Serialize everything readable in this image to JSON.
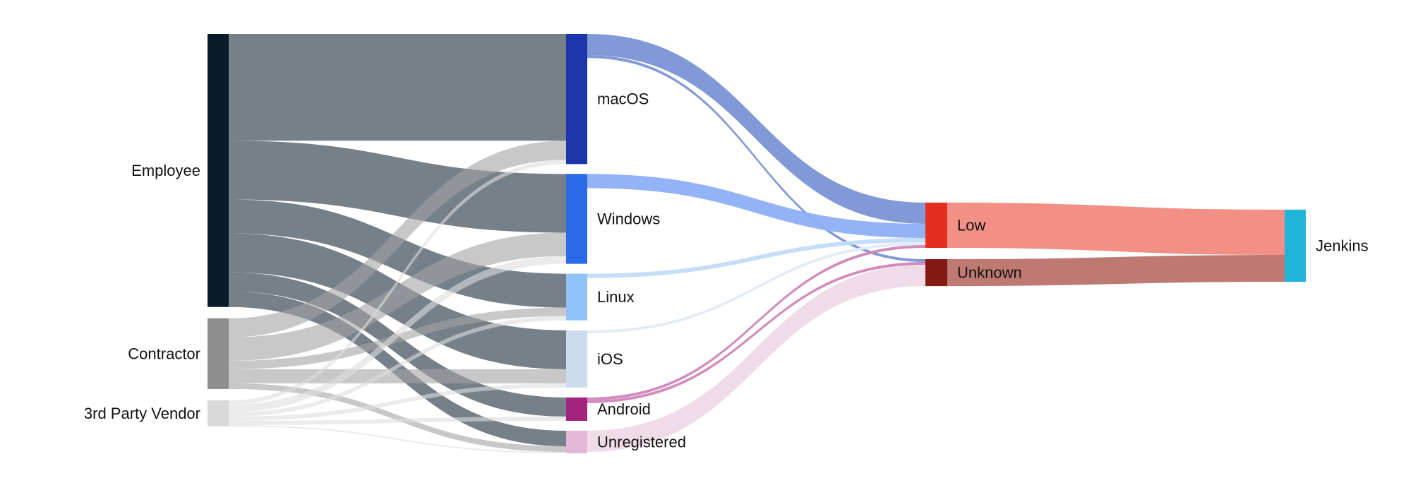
{
  "chart_data": {
    "type": "sankey",
    "title": "",
    "nodes": [
      {
        "id": "employee",
        "label": "Employee",
        "color": "#0a1a28",
        "column": 0
      },
      {
        "id": "contractor",
        "label": "Contractor",
        "color": "#8e8e8e",
        "column": 0
      },
      {
        "id": "vendor",
        "label": "3rd Party Vendor",
        "color": "#d9d9d9",
        "column": 0
      },
      {
        "id": "macos",
        "label": "macOS",
        "color": "#1a36a8",
        "column": 1
      },
      {
        "id": "windows",
        "label": "Windows",
        "color": "#2a6ae6",
        "column": 1
      },
      {
        "id": "linux",
        "label": "Linux",
        "color": "#90c4f8",
        "column": 1
      },
      {
        "id": "ios",
        "label": "iOS",
        "color": "#ccdcee",
        "column": 1
      },
      {
        "id": "android",
        "label": "Android",
        "color": "#a3237e",
        "column": 1
      },
      {
        "id": "unregistered",
        "label": "Unregistered",
        "color": "#e2b8d6",
        "column": 1
      },
      {
        "id": "low",
        "label": "Low",
        "color": "#e3301e",
        "column": 2
      },
      {
        "id": "unknown",
        "label": "Unknown",
        "color": "#831b14",
        "column": 2
      },
      {
        "id": "jenkins",
        "label": "Jenkins",
        "color": "#20b4d9",
        "column": 3
      }
    ],
    "links": [
      {
        "source": "employee",
        "target": "macos",
        "value": 151,
        "color": "#5d6a74",
        "opacity": 0.85
      },
      {
        "source": "employee",
        "target": "windows",
        "value": 83,
        "color": "#5d6a74",
        "opacity": 0.85
      },
      {
        "source": "employee",
        "target": "linux",
        "value": 48,
        "color": "#5d6a74",
        "opacity": 0.85
      },
      {
        "source": "employee",
        "target": "ios",
        "value": 55,
        "color": "#5d6a74",
        "opacity": 0.85
      },
      {
        "source": "employee",
        "target": "android",
        "value": 27,
        "color": "#5d6a74",
        "opacity": 0.85
      },
      {
        "source": "employee",
        "target": "unregistered",
        "value": 22,
        "color": "#5d6a74",
        "opacity": 0.85
      },
      {
        "source": "contractor",
        "target": "macos",
        "value": 27,
        "color": "#a3a3a3",
        "opacity": 0.6
      },
      {
        "source": "contractor",
        "target": "windows",
        "value": 33,
        "color": "#a3a3a3",
        "opacity": 0.6
      },
      {
        "source": "contractor",
        "target": "linux",
        "value": 12,
        "color": "#a3a3a3",
        "opacity": 0.6
      },
      {
        "source": "contractor",
        "target": "ios",
        "value": 20,
        "color": "#a3a3a3",
        "opacity": 0.6
      },
      {
        "source": "contractor",
        "target": "unregistered",
        "value": 8,
        "color": "#a3a3a3",
        "opacity": 0.6
      },
      {
        "source": "vendor",
        "target": "macos",
        "value": 6,
        "color": "#dddddd",
        "opacity": 0.6
      },
      {
        "source": "vendor",
        "target": "windows",
        "value": 11,
        "color": "#dddddd",
        "opacity": 0.6
      },
      {
        "source": "vendor",
        "target": "linux",
        "value": 6,
        "color": "#dddddd",
        "opacity": 0.6
      },
      {
        "source": "vendor",
        "target": "ios",
        "value": 6,
        "color": "#dddddd",
        "opacity": 0.6
      },
      {
        "source": "vendor",
        "target": "android",
        "value": 6,
        "color": "#dddddd",
        "opacity": 0.6
      },
      {
        "source": "vendor",
        "target": "unregistered",
        "value": 2,
        "color": "#dddddd",
        "opacity": 0.6
      },
      {
        "source": "macos",
        "target": "low",
        "value": 30,
        "color": "#7b93d6",
        "opacity": 0.95
      },
      {
        "source": "macos",
        "target": "unknown",
        "value": 4,
        "color": "#7b93d6",
        "opacity": 0.95
      },
      {
        "source": "windows",
        "target": "low",
        "value": 20,
        "color": "#8eaef5",
        "opacity": 0.95
      },
      {
        "source": "linux",
        "target": "low",
        "value": 6,
        "color": "#c2dcf7",
        "opacity": 0.95
      },
      {
        "source": "ios",
        "target": "low",
        "value": 4,
        "color": "#e0ebf6",
        "opacity": 0.95
      },
      {
        "source": "android",
        "target": "low",
        "value": 4,
        "color": "#cf85b8",
        "opacity": 0.95
      },
      {
        "source": "android",
        "target": "unknown",
        "value": 4,
        "color": "#cf85b8",
        "opacity": 0.95
      },
      {
        "source": "unregistered",
        "target": "unknown",
        "value": 30,
        "color": "#efd9e8",
        "opacity": 0.95
      },
      {
        "source": "low",
        "target": "jenkins",
        "value": 64,
        "color": "#f18a7e",
        "opacity": 0.95
      },
      {
        "source": "unknown",
        "target": "jenkins",
        "value": 38,
        "color": "#bc726c",
        "opacity": 0.95
      }
    ]
  }
}
